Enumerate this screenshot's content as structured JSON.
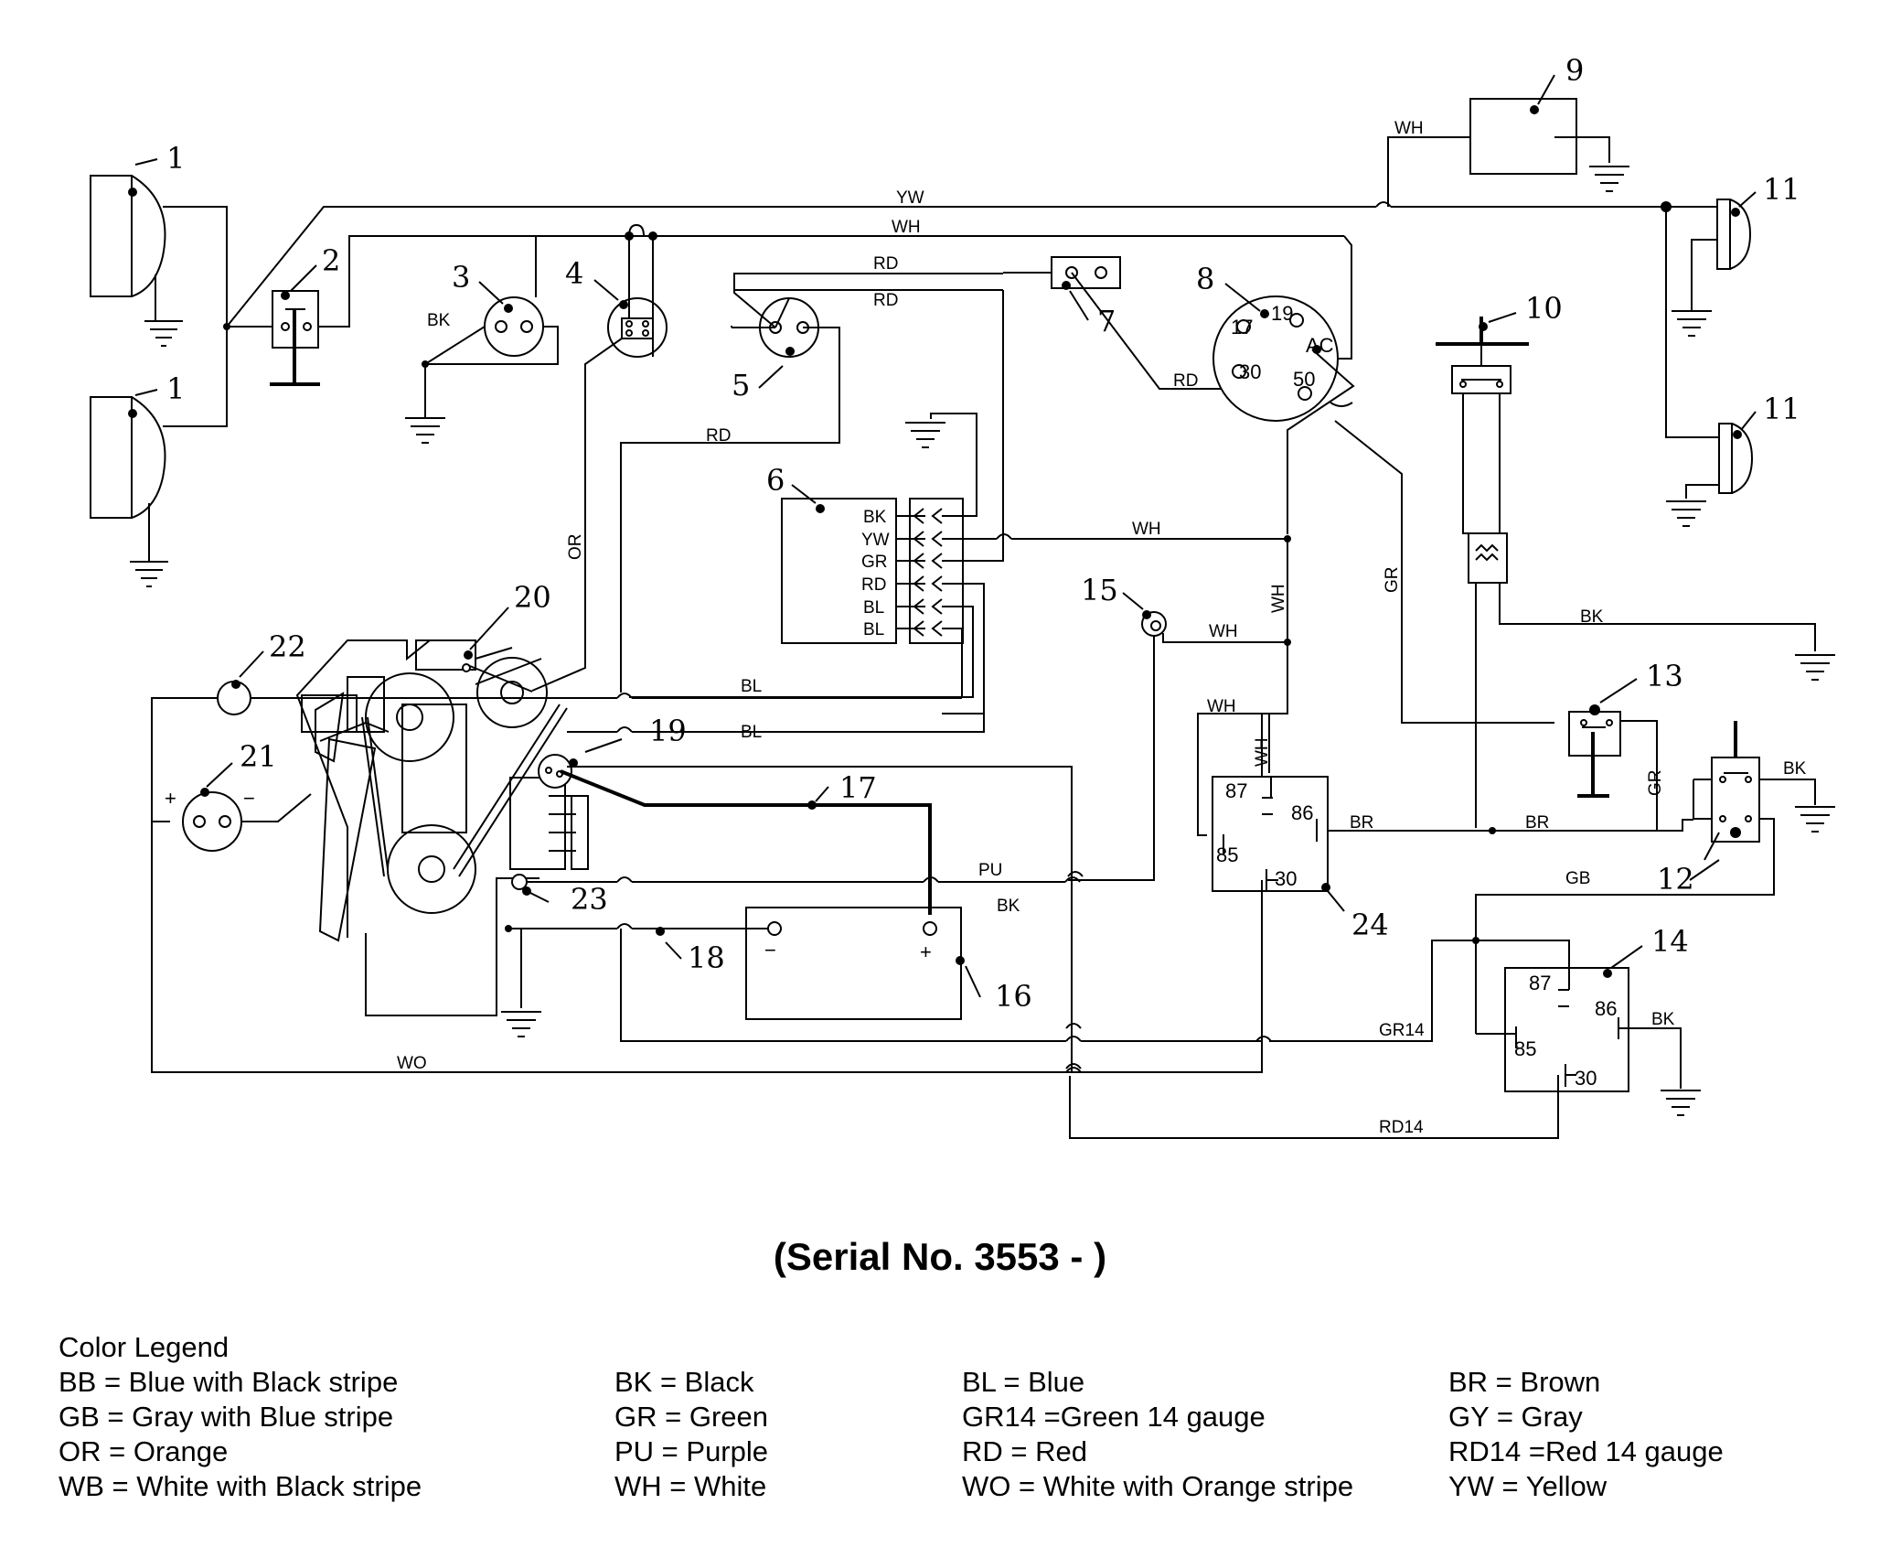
{
  "serial_title": "(Serial No. 3553 -     )",
  "legend": {
    "title": "Color Legend",
    "columns": [
      [
        "BB = Blue with Black stripe",
        "GB = Gray with Blue stripe",
        "OR = Orange",
        "WB = White with Black stripe"
      ],
      [
        "BK = Black",
        "GR = Green",
        "PU = Purple",
        "WH = White"
      ],
      [
        "BL = Blue",
        "GR14 =Green 14 gauge",
        "RD = Red",
        "WO = White with Orange stripe"
      ],
      [
        "BR = Brown",
        "GY = Gray",
        "RD14 =Red 14 gauge",
        "YW = Yellow"
      ]
    ]
  },
  "component_numbers": [
    "1",
    "1",
    "2",
    "3",
    "4",
    "5",
    "6",
    "7",
    "8",
    "9",
    "10",
    "11",
    "11",
    "12",
    "13",
    "14",
    "15",
    "16",
    "17",
    "18",
    "19",
    "20",
    "21",
    "22",
    "23",
    "24"
  ],
  "wire_labels": {
    "yw_top": "YW",
    "wh_top": "WH",
    "rd_top1": "RD",
    "rd_top2": "RD",
    "bk_3": "BK",
    "rd_mid": "RD",
    "rd_8": "RD",
    "wh_9": "WH",
    "or_vert": "OR",
    "wh_6": "WH",
    "wh_vert": "WH",
    "wh_15": "WH",
    "gr_vert": "GR",
    "bk_10": "BK",
    "bl_1": "BL",
    "bl_2": "BL",
    "wh_relay": "WH",
    "wh_relay2": "WH",
    "br_1": "BR",
    "br_2": "BR",
    "gr_12": "GR",
    "bk_12": "BK",
    "pu": "PU",
    "bk_batt": "BK",
    "gb": "GB",
    "gr14": "GR14",
    "bk_14": "BK",
    "wo": "WO",
    "rd14": "RD14"
  },
  "connector_6_pins": [
    "BK",
    "YW",
    "GR",
    "RD",
    "BL",
    "BL"
  ],
  "switch_8_terminals": [
    "17",
    "19",
    "AC",
    "30",
    "50"
  ],
  "relay_24_pins": [
    "87",
    "86",
    "85",
    "30"
  ],
  "relay_14_pins": [
    "87",
    "86",
    "85",
    "30"
  ],
  "battery_terminals": [
    "−",
    "+"
  ],
  "gauge_21_terminals": [
    "+",
    "−"
  ]
}
